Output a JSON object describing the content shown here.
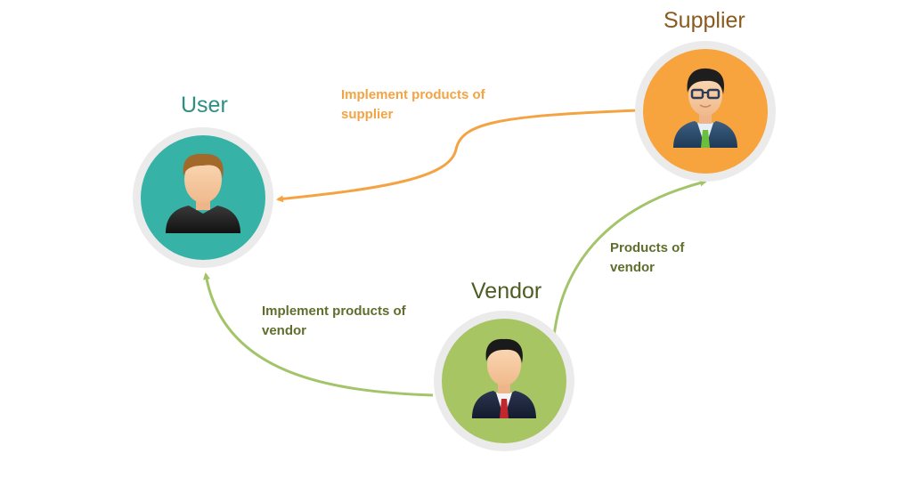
{
  "nodes": {
    "user": {
      "title": "User",
      "title_color": "#2d8f84",
      "circle_color": "#36b2a6"
    },
    "supplier": {
      "title": "Supplier",
      "title_color": "#8b5a1e",
      "circle_color": "#f7a43e"
    },
    "vendor": {
      "title": "Vendor",
      "title_color": "#4b5d23",
      "circle_color": "#a8c564"
    }
  },
  "edges": {
    "supplier_to_user": {
      "line1": "Implement products of",
      "line2": "supplier",
      "color": "#f4a343"
    },
    "vendor_to_supplier": {
      "line1": "Products of",
      "line2": "vendor",
      "color": "#a3c468",
      "text_color": "#5f6e2d"
    },
    "vendor_to_user": {
      "line1": "Implement products of",
      "line2": "vendor",
      "color": "#a3c468",
      "text_color": "#5f6e2d"
    }
  },
  "icons": {
    "user": "person-casual-icon",
    "supplier": "businessman-glasses-icon",
    "vendor": "businessman-tie-icon"
  }
}
